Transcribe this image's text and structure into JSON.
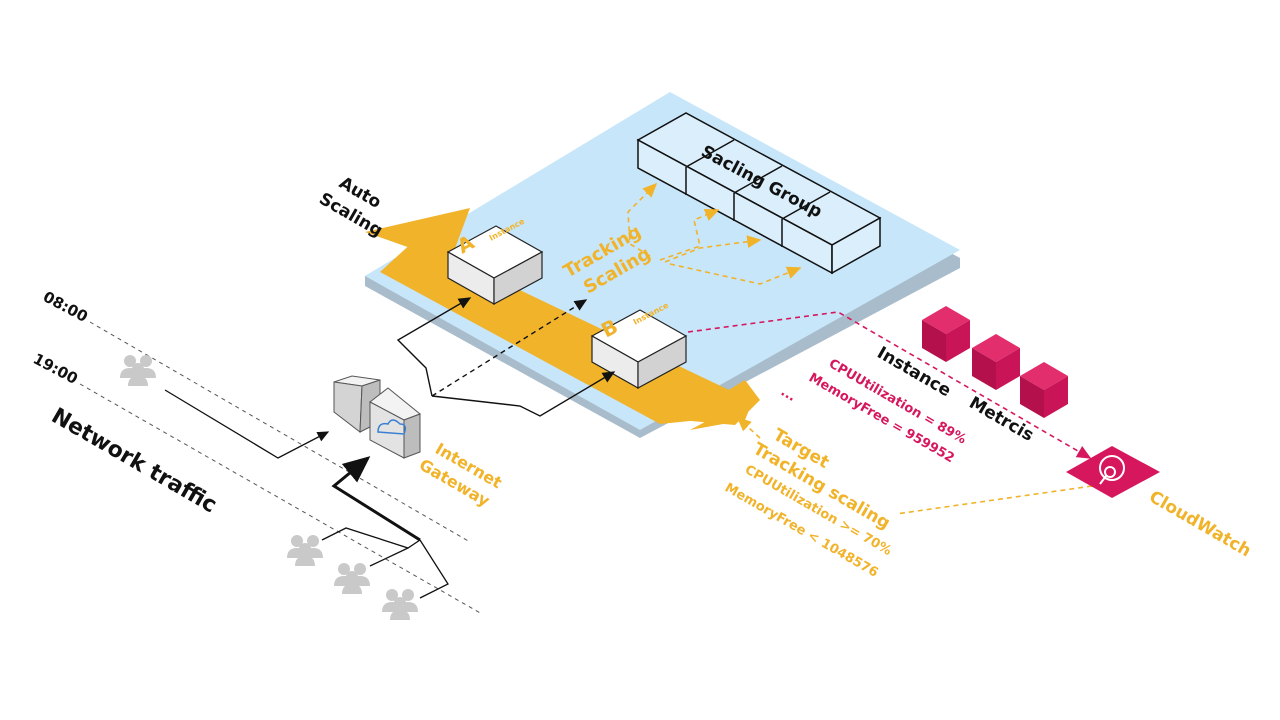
{
  "labels": {
    "auto_scaling_line1": "Auto",
    "auto_scaling_line2": "Scaling",
    "instance_word": "Instance",
    "instance_a": "A",
    "instance_b": "B",
    "tracking_line1": "Tracking",
    "tracking_line2": "Scaling",
    "scaling_group": "Sacling Group",
    "time_0800": "08:00",
    "time_1900": "19:00",
    "network_traffic": "Network traffic",
    "internet_line1": "Internet",
    "internet_line2": "Gateway",
    "metrics_line1": "Instance",
    "metrics_line2": "Metrcis",
    "cpu_metric": "CPUUtilization = 89%",
    "mem_metric": "MemoryFree = 959952",
    "ellipsis": "...",
    "target_line1": "Target",
    "target_line2": "Tracking scaling",
    "target_cpu": "CPUUtilization >= 70%",
    "target_mem": "MemoryFree < 1048576",
    "cloudwatch": "CloudWatch"
  },
  "colors": {
    "orange": "#f1b32a",
    "pink": "#d6175e",
    "platform": "#c7e6fa",
    "platform_side": "#a9bccb",
    "black": "#111111"
  },
  "icons": {
    "users": "users-group-icon",
    "gateway": "internet-gateway-icon",
    "cloudwatch": "cloudwatch-icon",
    "metric_cube": "metric-cube-icon"
  }
}
